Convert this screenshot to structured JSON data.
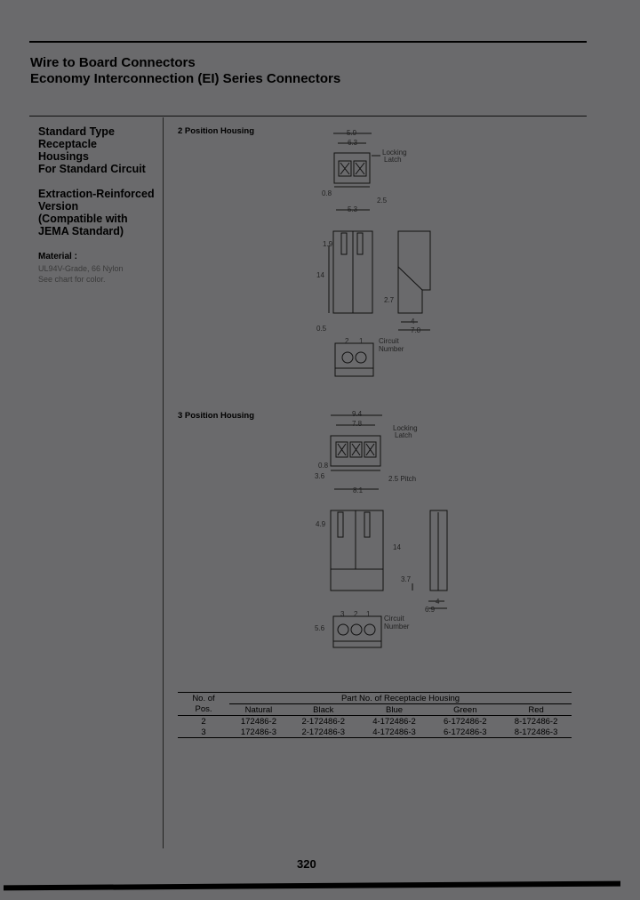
{
  "header": {
    "title_line1": "Wire to Board Connectors",
    "title_line2": "Economy Interconnection (EI) Series Connectors"
  },
  "left": {
    "heading1": [
      "Standard Type",
      "Receptacle",
      "Housings",
      "For Standard Circuit"
    ],
    "heading2": [
      "Extraction-Reinforced",
      "Version",
      "(Compatible with",
      "JEMA Standard)"
    ],
    "material_label": "Material :",
    "material_lines": [
      "UL94V-Grade, 66 Nylon",
      "See chart for color."
    ]
  },
  "sections": {
    "pos2": "2 Position Housing",
    "pos3": "3 Position Housing"
  },
  "drawing2": {
    "dim_top1": "5.9",
    "dim_top2": "6.3",
    "locking": "Locking",
    "latch": "Latch",
    "d08": "0.8",
    "d25": "2.5",
    "d53": "5.3",
    "d19": "1.9",
    "d14": "14",
    "d27": "2.7",
    "d4": "4",
    "d70": "7.0",
    "d05": "0.5",
    "circuit": "Circuit",
    "number": "Number",
    "c2": "2",
    "c1": "1"
  },
  "drawing3": {
    "dim_top1": "9.4",
    "dim_top2": "7.8",
    "locking": "Locking",
    "latch": "Latch",
    "d08": "0.8",
    "d36": "3.6",
    "pitch": "2.5 Pitch",
    "d81": "8.1",
    "d49": "4.9",
    "d14": "14",
    "d37": "3.7",
    "d4": "4",
    "d69": "6.9",
    "d56": "5.6",
    "circuit": "Circuit",
    "number": "Number",
    "c3": "3",
    "c2": "2",
    "c1": "1"
  },
  "table": {
    "col0_l1": "No. of",
    "col0_l2": "Pos.",
    "group_header": "Part No. of Receptacle Housing",
    "colors": [
      "Natural",
      "Black",
      "Blue",
      "Green",
      "Red"
    ],
    "rows": [
      [
        "2",
        "172486-2",
        "2-172486-2",
        "4-172486-2",
        "6-172486-2",
        "8-172486-2"
      ],
      [
        "3",
        "172486-3",
        "2-172486-3",
        "4-172486-3",
        "6-172486-3",
        "8-172486-3"
      ]
    ]
  },
  "footer": {
    "page_number": "320"
  }
}
